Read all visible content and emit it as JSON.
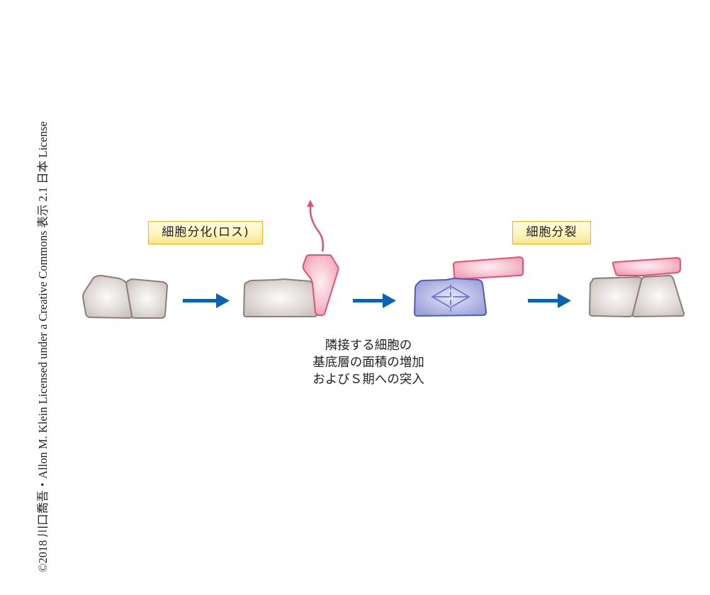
{
  "credit": "©2018 川口喬吾・Allon M. Klein Licensed under a Creative Commons 表示 2.1 日本 License",
  "labels": {
    "differentiation": "細胞分化(ロス)",
    "division": "細胞分裂"
  },
  "caption": {
    "line1": "隣接する細胞の",
    "line2": "基底層の面積の増加",
    "line3": "およびＳ期への突入"
  },
  "colors": {
    "arrow": "#0a64b4",
    "cell_gray_stroke": "#8c7f78",
    "cell_gray_fill": "#d6cfcb",
    "cell_pink_stroke": "#e2517a",
    "cell_pink_fill": "#f3aabb",
    "cell_blue_stroke": "#4c5cb8",
    "cell_blue_fill": "#a7acde",
    "label_border": "#f2b21f",
    "label_fill": "#fff3b8"
  }
}
